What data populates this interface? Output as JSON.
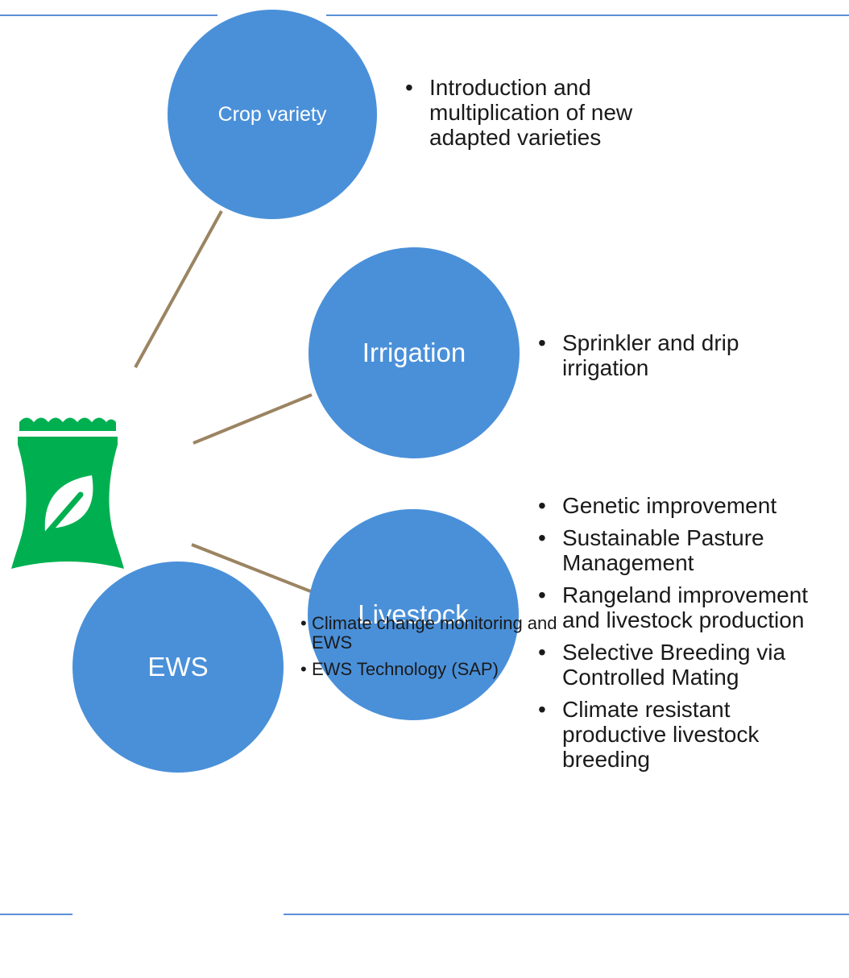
{
  "colors": {
    "circle_fill": "#4a90d9",
    "connector": "#9b8462",
    "rule": "#5b8fd6",
    "bag_green": "#00b050",
    "text": "#1a1a1a"
  },
  "hub": {
    "icon": "seed-bag-leaf-icon"
  },
  "nodes": [
    {
      "label": "Crop variety",
      "items": [
        "Introduction and multiplication of new adapted varieties"
      ]
    },
    {
      "label": "Irrigation",
      "items": [
        "Sprinkler and drip irrigation"
      ]
    },
    {
      "label": "Livestock",
      "items": [
        "Genetic improvement",
        "Sustainable Pasture Management",
        "Rangeland improvement and livestock production",
        "Selective Breeding via Controlled Mating",
        "Climate resistant productive livestock breeding"
      ]
    },
    {
      "label": "EWS",
      "items": [
        "Climate change monitoring and EWS",
        "EWS Technology (SAP)"
      ]
    }
  ]
}
